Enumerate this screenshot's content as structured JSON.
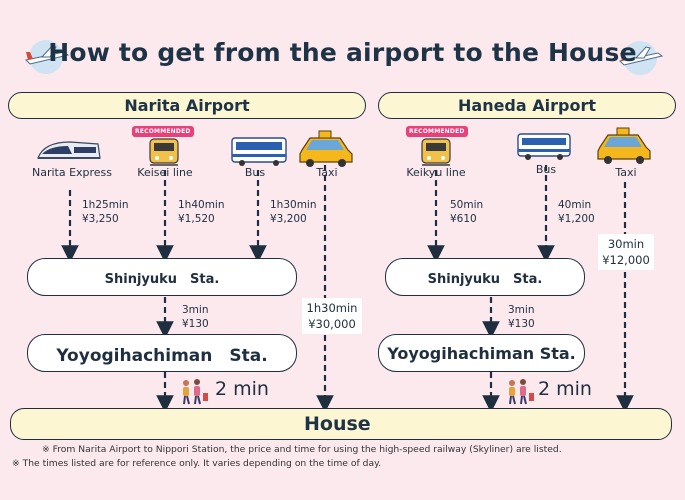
{
  "title": "How to get from the airport to the House",
  "narita": {
    "name": "Narita Airport",
    "transport": [
      "Narita Express",
      "Keisei line",
      "Bus",
      "Taxi"
    ],
    "recommended": "RECOMMENDED",
    "routes": [
      {
        "time": "1h25min",
        "price": "¥3,250"
      },
      {
        "time": "1h40min",
        "price": "¥1,520"
      },
      {
        "time": "1h30min",
        "price": "¥3,200"
      }
    ],
    "taxi": {
      "time": "1h30min",
      "price": "¥30,000"
    },
    "station1": "Shinjyuku　Sta.",
    "leg": {
      "time": "3min",
      "price": "¥130"
    },
    "station2": "Yoyogihachiman　Sta.",
    "walk": "2 min"
  },
  "haneda": {
    "name": "Haneda Airport",
    "transport": [
      "Keikyu line",
      "Bus",
      "Taxi"
    ],
    "recommended": "RECOMMENDED",
    "routes": [
      {
        "time": "50min",
        "price": "¥610"
      },
      {
        "time": "40min",
        "price": "¥1,200"
      }
    ],
    "taxi": {
      "time": "30min",
      "price": "¥12,000"
    },
    "station1": "Shinjyuku　Sta.",
    "leg": {
      "time": "3min",
      "price": "¥130"
    },
    "station2": "Yoyogihachiman Sta.",
    "walk": "2 min"
  },
  "house": "House",
  "notes": [
    "※ From Narita Airport to Nippori Station, the price and time for using the high-speed railway (Skyliner) are listed.",
    "※ The times listed are for reference only. It varies depending on the time of day."
  ],
  "colors": {
    "background": "#fbe9ee",
    "pill": "#fdf6d2",
    "text": "#1f3346",
    "badge": "#e8407a"
  }
}
